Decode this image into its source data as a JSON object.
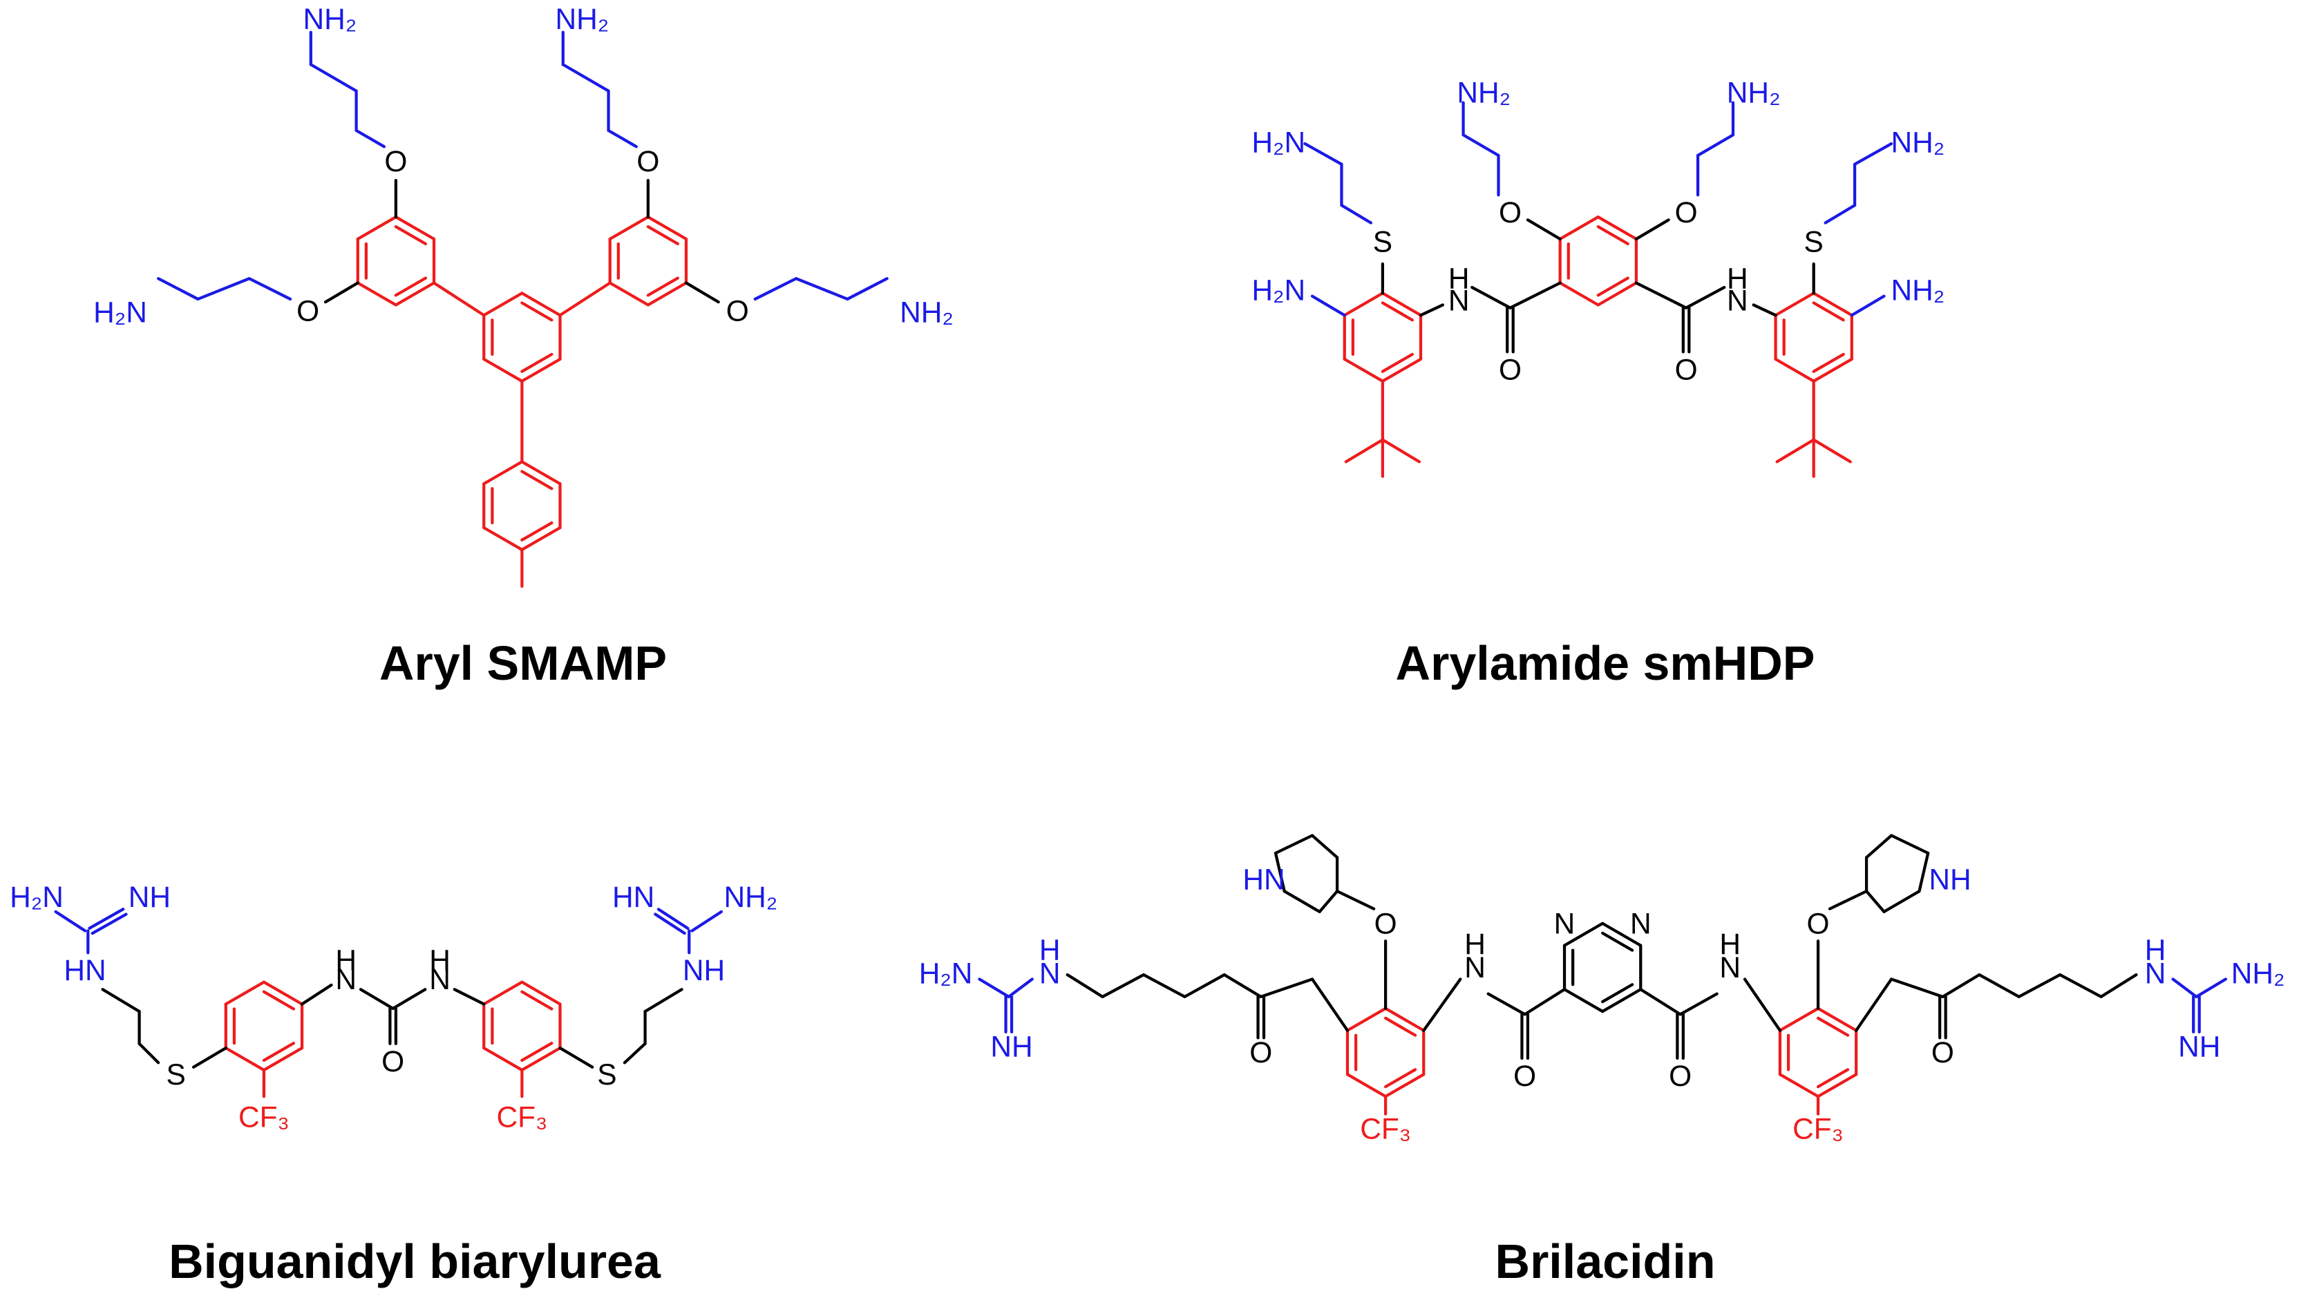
{
  "colors": {
    "core": "#ee1c1c",
    "amine": "#1a1ae6",
    "backbone": "#000000"
  },
  "labels": {
    "nh2": "NH₂",
    "h2n": "H₂N",
    "o": "O",
    "s": "S",
    "n": "N",
    "nh": "NH",
    "hn": "HN",
    "h": "H",
    "cf3": "CF₃"
  },
  "molecules": [
    {
      "name": "Aryl SMAMP"
    },
    {
      "name": "Arylamide smHDP"
    },
    {
      "name": "Biguanidyl biarylurea"
    },
    {
      "name": "Brilacidin"
    }
  ]
}
